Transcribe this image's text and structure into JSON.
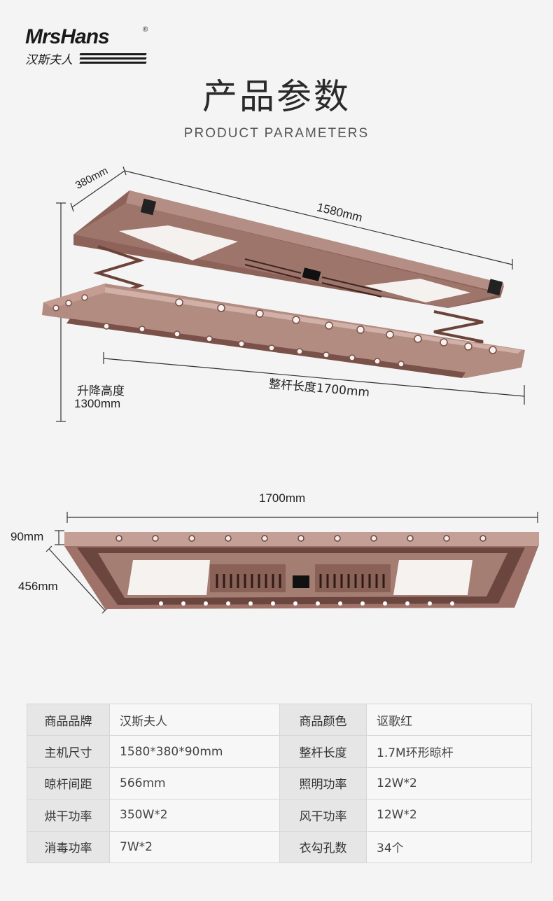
{
  "brand": {
    "name_en": "MrsHans",
    "registered_mark": "®",
    "name_cn": "汉斯夫人"
  },
  "header": {
    "title": "产品参数",
    "subtitle": "PRODUCT PARAMETERS"
  },
  "diagram_top": {
    "depth_label": "380mm",
    "length_label": "1580mm",
    "lift_height_label": "升降高度",
    "lift_height_value": "1300mm",
    "rod_length_label": "整杆长度1700mm"
  },
  "diagram_bottom": {
    "width_label": "1700mm",
    "height_label": "90mm",
    "depth_label": "456mm"
  },
  "colors": {
    "frame": "#a57f75",
    "frame_dark": "#5e3c33",
    "background": "#f4f4f4"
  },
  "specs": [
    {
      "k1": "商品品牌",
      "v1": "汉斯夫人",
      "k2": "商品颜色",
      "v2": "讴歌红"
    },
    {
      "k1": "主机尺寸",
      "v1": "1580*380*90mm",
      "k2": "整杆长度",
      "v2": "1.7M环形晾杆"
    },
    {
      "k1": "晾杆间距",
      "v1": "566mm",
      "k2": "照明功率",
      "v2": "12W*2"
    },
    {
      "k1": "烘干功率",
      "v1": "350W*2",
      "k2": "风干功率",
      "v2": "12W*2"
    },
    {
      "k1": "消毒功率",
      "v1": "7W*2",
      "k2": "衣勾孔数",
      "v2": " 34个"
    }
  ]
}
